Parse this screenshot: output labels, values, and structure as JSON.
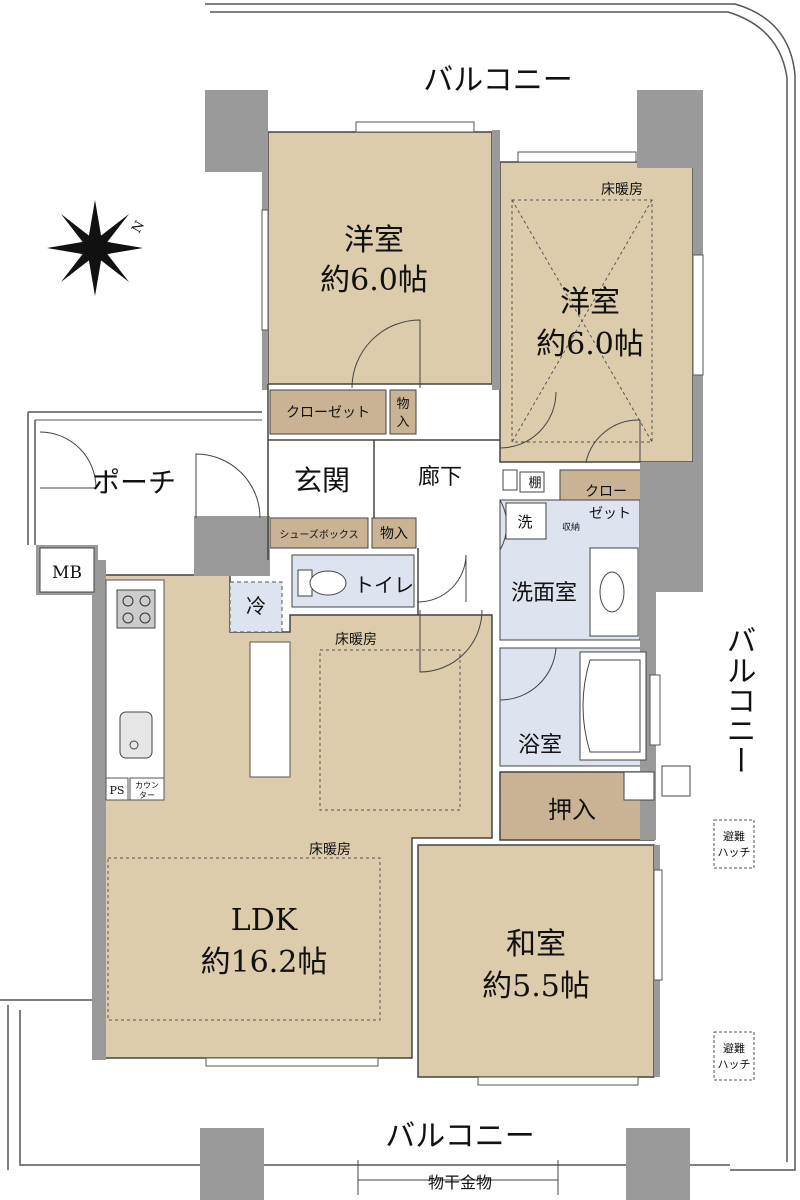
{
  "balconies": {
    "top": "バルコニー",
    "right": "バルコニー",
    "bottom": "バルコニー"
  },
  "rooms": {
    "western1": {
      "name": "洋室",
      "size": "約6.0帖"
    },
    "western2": {
      "name": "洋室",
      "size": "約6.0帖",
      "note": "床暖房"
    },
    "ldk": {
      "name": "LDK",
      "size": "約16.2帖",
      "note_dining": "床暖房",
      "note_living": "床暖房"
    },
    "japanese": {
      "name": "和室",
      "size": "約5.5帖"
    },
    "entrance": "玄関",
    "hallway": "廊下",
    "porch": "ポーチ",
    "washroom": "洗面室",
    "bath": "浴室",
    "toilet": "トイレ",
    "oshiire": "押入"
  },
  "storage": {
    "closet1": "クローゼット",
    "closet2_l1": "クロー",
    "closet2_l2": "ゼット",
    "storage1_l1": "物",
    "storage1_l2": "入",
    "storage2": "物入",
    "shoe_box": "シューズボックス",
    "shelf": "棚",
    "shuno": "収納"
  },
  "fixtures": {
    "mb": "MB",
    "ps": "PS",
    "counter_l1": "カウン",
    "counter_l2": "ター",
    "fridge": "冷",
    "washer": "洗",
    "hatch_l1": "避難",
    "hatch_l2": "ハッチ",
    "laundry": "物干金物"
  },
  "compass": {
    "label": "N"
  },
  "colors": {
    "room_fill": "#dcccab",
    "wet_fill": "#dde3ef",
    "closet_fill": "#c9b394",
    "wall": "#8a8a8a",
    "pillar": "#9a9a9a",
    "line": "#333333"
  }
}
